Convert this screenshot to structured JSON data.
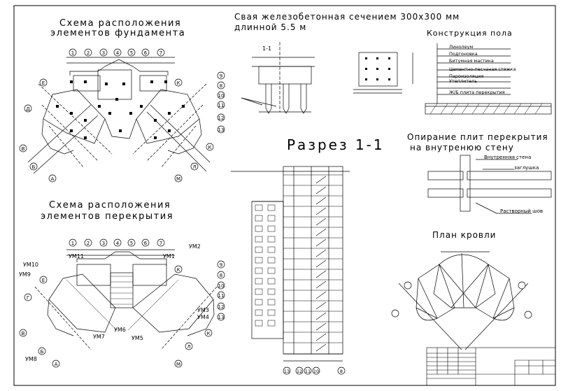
{
  "titles": {
    "foundation_1": "Схема расположения",
    "foundation_2": "элементов фундамента",
    "pile": "Свая железобетонная сечением 300x300 мм",
    "pile_2": "длинной 5.5 м",
    "floor": "Конструкция пола",
    "section": "Разрез 1-1",
    "support_1": "Опирание плит перекрытия",
    "support_2": "на внутренюю стену",
    "slab_1": "Схема расположения",
    "slab_2": "элементов перекрытия",
    "roof": "План кровли"
  },
  "floor_layers": [
    "Линолеум",
    "Подгоновка",
    "Битумная мастика",
    "Цементно-песчаная стяжка",
    "Пароизоляция",
    "Утеплитель",
    "Ж/Б плита перекрытия"
  ],
  "support_labels": {
    "wall": "Внутренняя стена",
    "plug": "заглушка",
    "seam": "Растворный шов"
  },
  "pile_label": "1-1",
  "slab_marks": [
    "УМ1",
    "УМ2",
    "УМ3",
    "УМ4",
    "УМ5",
    "УМ6",
    "УМ7",
    "УМ8",
    "УМ9",
    "УМ10",
    "УМ11"
  ],
  "axes_top": [
    "1",
    "2",
    "3",
    "4",
    "5",
    "6",
    "7"
  ],
  "axes_right": [
    "9",
    "8",
    "10",
    "11",
    "12",
    "13"
  ],
  "axes_letters": [
    "Е",
    "Д",
    "Г",
    "В",
    "Б",
    "А",
    "К",
    "Л",
    "М"
  ],
  "section_axes": [
    "13",
    "12",
    "11",
    "10",
    "8"
  ],
  "colors": {
    "ink": "#000000",
    "paper": "#ffffff"
  }
}
